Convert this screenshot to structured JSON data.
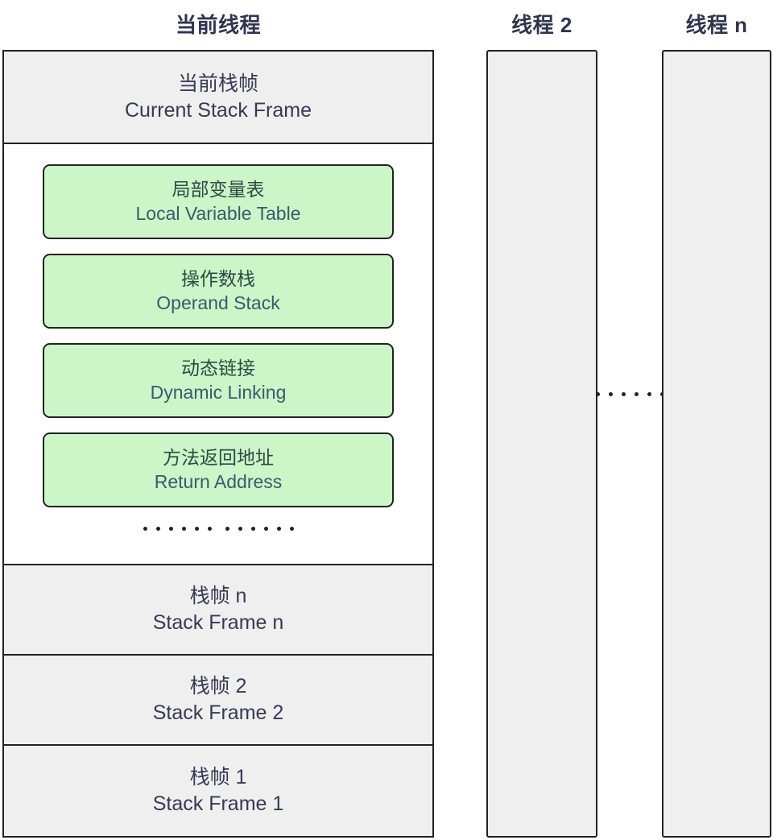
{
  "diagram": {
    "title_current_thread": "当前线程",
    "columns": [
      {
        "label": "线程 2"
      },
      {
        "label": "线程 n"
      }
    ],
    "current_thread_stack": {
      "header_frame": {
        "cn": "当前栈帧",
        "en": "Current Stack Frame"
      },
      "frame_parts": [
        {
          "cn": "局部变量表",
          "en": "Local Variable Table"
        },
        {
          "cn": "操作数栈",
          "en": "Operand Stack"
        },
        {
          "cn": "动态链接",
          "en": "Dynamic Linking"
        },
        {
          "cn": "方法返回地址",
          "en": "Return Address"
        }
      ],
      "parts_ellipsis_dot_count": 6,
      "parts_ellipsis_groups": 2,
      "frames": [
        {
          "cn": "栈帧 n",
          "en": "Stack Frame n"
        },
        {
          "cn": "栈帧 2",
          "en": "Stack Frame 2"
        },
        {
          "cn": "栈帧 1",
          "en": "Stack Frame 1"
        }
      ]
    },
    "between_columns_ellipsis_dot_count": 6,
    "colors": {
      "frame_fill": "#efefef",
      "frame_border": "#222222",
      "part_fill": "#ccf5c8",
      "text": "#363a54",
      "background": "#ffffff"
    }
  }
}
